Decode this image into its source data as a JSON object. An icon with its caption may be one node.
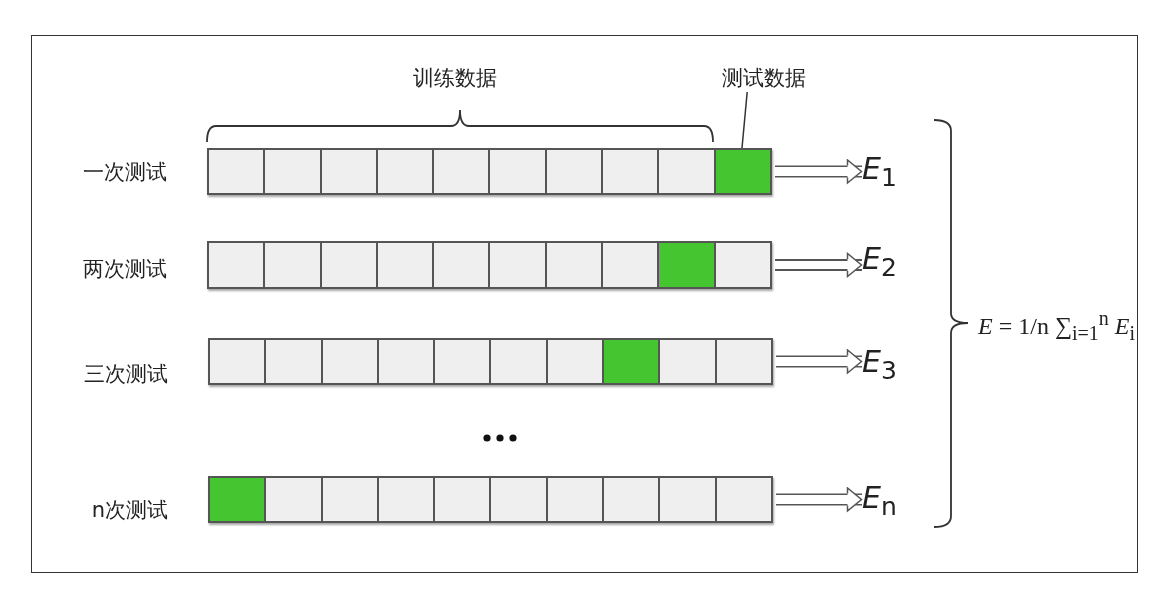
{
  "diagram": {
    "nodes": [
      {
        "text": [
          "测试数据"
        ]
      },
      {
        "text": [],
        "shape": "bar",
        "beside": [
          "一次测试"
        ]
      },
      {
        "text": [],
        "shape": "box",
        "in": 1
      },
      {
        "text": [],
        "shape": "box",
        "in": 1
      },
      {
        "text": [],
        "shape": "box",
        "in": 1
      },
      {
        "text": [],
        "shape": "box",
        "in": 1
      },
      {
        "text": [],
        "shape": "box",
        "in": 1
      },
      {
        "text": [],
        "shape": "box",
        "in": 1
      },
      {
        "text": [],
        "shape": "box",
        "in": 1
      },
      {
        "text": [],
        "shape": "box",
        "in": 1
      },
      {
        "text": [],
        "shape": "box",
        "in": 1
      },
      {
        "text": [],
        "shape": "box",
        "in": 1
      },
      {
        "text": [
          "*E*$_{1}$"
        ]
      },
      {
        "text": [],
        "shape": "bar",
        "beside": [
          "两次测试"
        ]
      },
      {
        "text": [],
        "shape": "box",
        "in": 13
      },
      {
        "text": [],
        "shape": "box",
        "in": 13
      },
      {
        "text": [],
        "shape": "box",
        "in": 13
      },
      {
        "text": [],
        "shape": "box",
        "in": 13
      },
      {
        "text": [],
        "shape": "box",
        "in": 13
      },
      {
        "text": [],
        "shape": "box",
        "in": 13
      },
      {
        "text": [],
        "shape": "box",
        "in": 13
      },
      {
        "text": [],
        "shape": "box",
        "in": 13
      },
      {
        "text": [],
        "shape": "box",
        "in": 13
      },
      {
        "text": [],
        "shape": "box",
        "in": 13
      },
      {
        "text": [
          "*E*$_{2}$"
        ]
      },
      {
        "text": [],
        "shape": "bar",
        "beside": [
          "三次测试"
        ]
      },
      {
        "text": [],
        "shape": "box",
        "in": 25
      },
      {
        "text": [],
        "shape": "box",
        "in": 25
      },
      {
        "text": [],
        "shape": "box",
        "in": 25
      },
      {
        "text": [],
        "shape": "box",
        "in": 25
      },
      {
        "text": [],
        "shape": "box",
        "in": 25
      },
      {
        "text": [],
        "shape": "box",
        "in": 25
      },
      {
        "text": [],
        "shape": "box",
        "in": 25
      },
      {
        "text": [],
        "shape": "box",
        "in": 25
      },
      {
        "text": [],
        "shape": "box",
        "in": 25
      },
      {
        "text": [],
        "shape": "box",
        "in": 25
      },
      {
        "text": [
          "*E*$_{3}$"
        ]
      },
      {
        "text": [],
        "shape": "bar",
        "beside": [
          "n次测试"
        ]
      },
      {
        "text": [],
        "shape": "box",
        "in": 37
      },
      {
        "text": [],
        "shape": "box",
        "in": 37
      },
      {
        "text": [],
        "shape": "box",
        "in": 37
      },
      {
        "text": [],
        "shape": "box",
        "in": 37
      },
      {
        "text": [],
        "shape": "box",
        "in": 37
      },
      {
        "text": [],
        "shape": "box",
        "in": 37
      },
      {
        "text": [],
        "shape": "box",
        "in": 37
      },
      {
        "text": [],
        "shape": "box",
        "in": 37
      },
      {
        "text": [],
        "shape": "box",
        "in": 37
      },
      {
        "text": [],
        "shape": "box",
        "in": 37
      },
      {
        "text": [
          "*E*$_{n}$"
        ]
      }
    ],
    "edges": [
      {
        "from": 0,
        "to": 11,
        "arrow": "none"
      },
      {
        "from": 1,
        "to": 12,
        "arrow": "to"
      },
      {
        "from": 13,
        "to": 24,
        "arrow": "to"
      },
      {
        "from": 25,
        "to": 36,
        "arrow": "to"
      },
      {
        "from": 37,
        "to": 48,
        "arrow": "to"
      }
    ],
    "labels": [
      "训练数据",
      "*E* = 1/n ∑$_{i=1}$$^{n}$ *E*$_{i}$"
    ]
  }
}
